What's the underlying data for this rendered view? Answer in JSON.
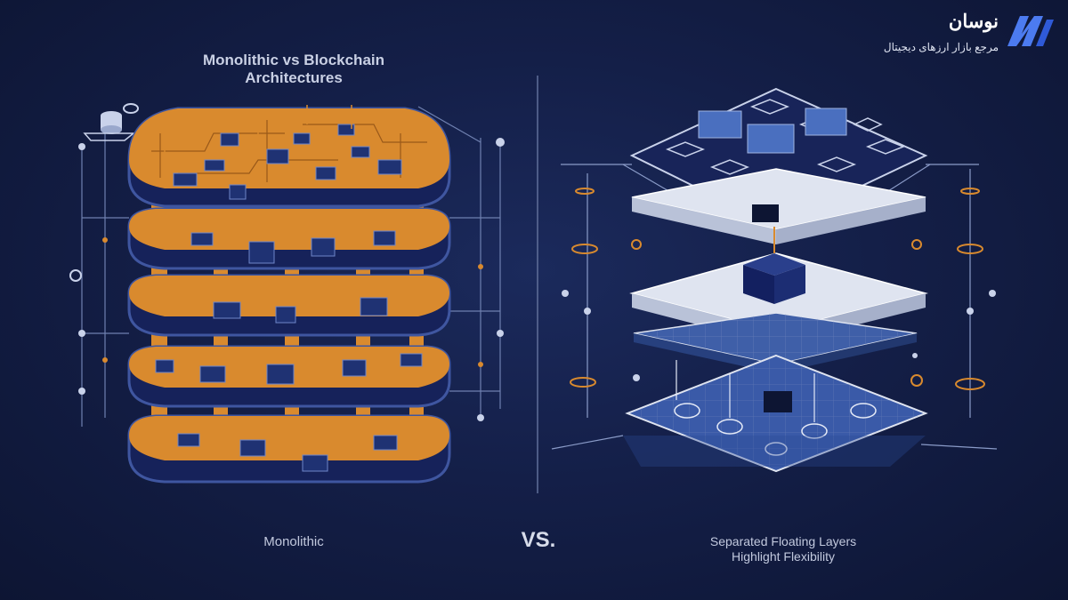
{
  "diagram": {
    "title_line1": "Monolithic vs Blockchain",
    "title_line2": "Architectures",
    "left_caption": "Monolithic",
    "vs_label": "VS.",
    "right_caption_line1": "Separated Floating Layers",
    "right_caption_line2": "Highlight Flexibility"
  },
  "brand": {
    "name": "نوسان",
    "tagline": "مرجع بازار ارزهای دیجیتال",
    "logo_icon": "nosan-logo-icon"
  },
  "colors": {
    "background": "#141f48",
    "monolith_orange": "#d98a2e",
    "navy": "#1a2a6b",
    "layer_white": "#dfe4f0",
    "layer_blue": "#3f5fa8",
    "line": "#8a9bc8"
  }
}
